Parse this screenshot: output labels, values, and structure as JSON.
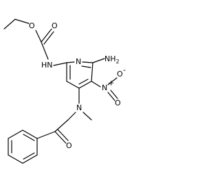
{
  "diagram": {
    "type": "chemical-structure",
    "atoms": [
      {
        "name": "ester-oxygen",
        "label": "O"
      },
      {
        "name": "carbonyl-oxygen-carbamate",
        "label": "O"
      },
      {
        "name": "carbamate-nitrogen",
        "label": "HN"
      },
      {
        "name": "ring-nitrogen",
        "label": "N"
      },
      {
        "name": "amino-group",
        "label": "NH",
        "subscript": "2"
      },
      {
        "name": "nitro-nitrogen",
        "label": "N"
      },
      {
        "name": "nitro-charge-positive",
        "label": "+"
      },
      {
        "name": "nitro-oxygen-double",
        "label": "O"
      },
      {
        "name": "nitro-oxygen-single",
        "label": "O"
      },
      {
        "name": "nitro-charge-negative",
        "label": "-"
      },
      {
        "name": "amine-nitrogen",
        "label": "N"
      },
      {
        "name": "ketone-oxygen",
        "label": "O"
      }
    ]
  }
}
